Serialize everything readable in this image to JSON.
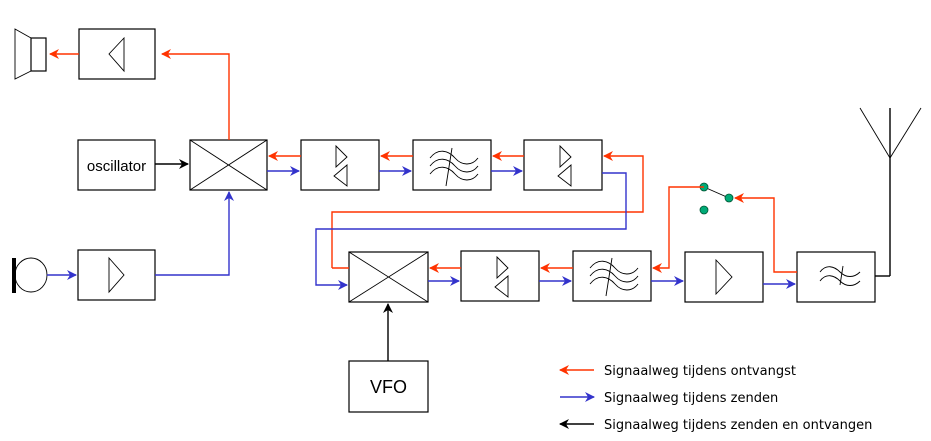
{
  "diagram": {
    "title": "SSB transceiver block diagram",
    "blocks": {
      "oscillator": "oscillator",
      "vfo": "VFO"
    },
    "colors": {
      "receive": "#ff3300",
      "transmit": "#3333cc",
      "both": "#000000",
      "switch_contact": "#00aa77"
    }
  },
  "legend": {
    "items": [
      {
        "label": "Signaalweg tijdens ontvangst",
        "color": "#ff3300",
        "direction": "left"
      },
      {
        "label": "Signaalweg tijdens zenden",
        "color": "#3333cc",
        "direction": "right"
      },
      {
        "label": "Signaalweg tijdens zenden en ontvangen",
        "color": "#000000",
        "direction": "left"
      }
    ]
  }
}
